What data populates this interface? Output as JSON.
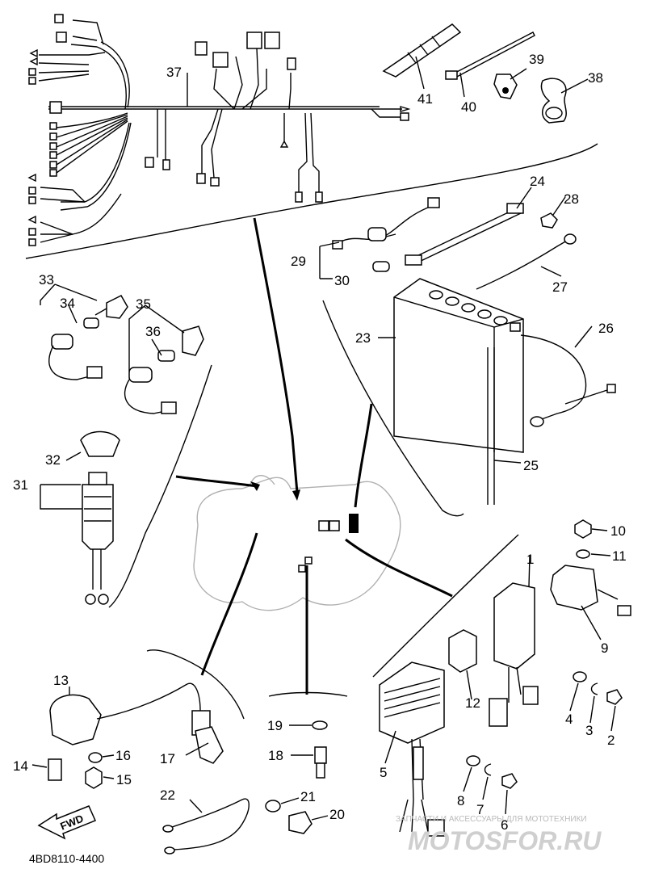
{
  "diagram": {
    "callouts": [
      "37",
      "41",
      "40",
      "39",
      "38",
      "24",
      "28",
      "29",
      "30",
      "27",
      "23",
      "26",
      "25",
      "33",
      "34",
      "35",
      "36",
      "32",
      "31",
      "10",
      "11",
      "1",
      "9",
      "13",
      "16",
      "14",
      "15",
      "17",
      "19",
      "18",
      "12",
      "4",
      "3",
      "2",
      "5",
      "8",
      "7",
      "6",
      "22",
      "21",
      "20"
    ],
    "drawing_code": "4BD8110-4400",
    "fwd_label": "FWD",
    "watermark_small": "ЗАПЧАСТИ И АКСЕССУАРЫ ДЛЯ МОТОТЕХНИКИ",
    "watermark_large": "MOTOSFOR.RU"
  }
}
